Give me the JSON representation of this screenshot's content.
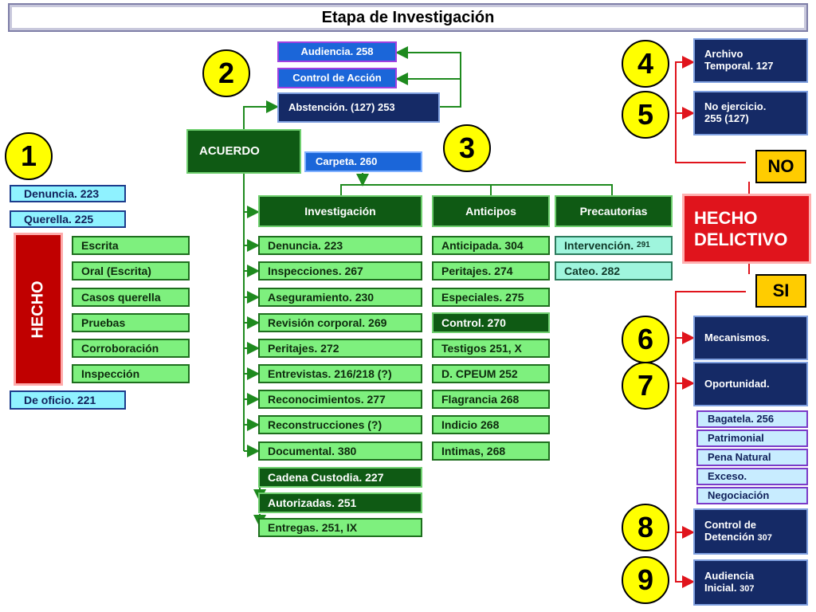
{
  "title": "Etapa de Investigación",
  "numbers": [
    "1",
    "2",
    "3",
    "4",
    "5",
    "6",
    "7",
    "8",
    "9"
  ],
  "left": {
    "denuncia": "Denuncia. 223",
    "querella": "Querella. 225",
    "hecho": "HECHO",
    "items": [
      "Escrita",
      "Oral (Escrita)",
      "Casos querella",
      "Pruebas",
      "Corroboración",
      "Inspección"
    ],
    "de_oficio": "De oficio. 221"
  },
  "top": {
    "audiencia": "Audiencia. 258",
    "control_accion": "Control de Acción",
    "abstencion": "Abstención. (127) 253",
    "acuerdo": "ACUERDO",
    "carpeta": "Carpeta. 260"
  },
  "investigacion": {
    "header": "Investigación",
    "items": [
      "Denuncia. 223",
      "Inspecciones. 267",
      "Aseguramiento. 230",
      "Revisión corporal. 269",
      "Peritajes. 272",
      "Entrevistas. 216/218 (?)",
      "Reconocimientos. 277",
      "Reconstrucciones (?)",
      "Documental. 380",
      "Cadena Custodia. 227",
      "Autorizadas. 251",
      "Entregas. 251, IX"
    ]
  },
  "anticipos": {
    "header": "Anticipos",
    "items": [
      "Anticipada. 304",
      "Peritajes. 274",
      "Especiales. 275",
      "Control. 270",
      "Testigos 251, X",
      "D. CPEUM 252",
      "Flagrancia 268",
      "Indicio 268",
      "Intimas, 268"
    ]
  },
  "precautorias": {
    "header": "Precautorias",
    "items": [
      {
        "text": "Intervención.",
        "num": "291"
      },
      {
        "text": "Cateo. 282",
        "num": ""
      }
    ]
  },
  "right": {
    "archivo_line1": "Archivo",
    "archivo_line2": "Temporal.  127",
    "no_ejercicio_line1": "No ejercicio.",
    "no_ejercicio_line2": "255  (127)",
    "no": "NO",
    "hecho_delictivo_line1": "HECHO",
    "hecho_delictivo_line2": "DELICTIVO",
    "si": "SI",
    "mecanismos": "Mecanismos.",
    "oportunidad": "Oportunidad.",
    "criterios": [
      "Bagatela. 256",
      "Patrimonial",
      "Pena Natural",
      "Exceso.",
      "Negociación"
    ],
    "control_detencion_line1": "Control de",
    "control_detencion_line2": "Detención",
    "control_detencion_num": "307",
    "audiencia_inicial_line1": "Audiencia",
    "audiencia_inicial_line2": "Inicial.",
    "audiencia_inicial_num": "307"
  },
  "colors": {
    "red_connector": "#e0141c",
    "green_connector": "#1e8a1e",
    "number_circle": "#ffff00"
  }
}
